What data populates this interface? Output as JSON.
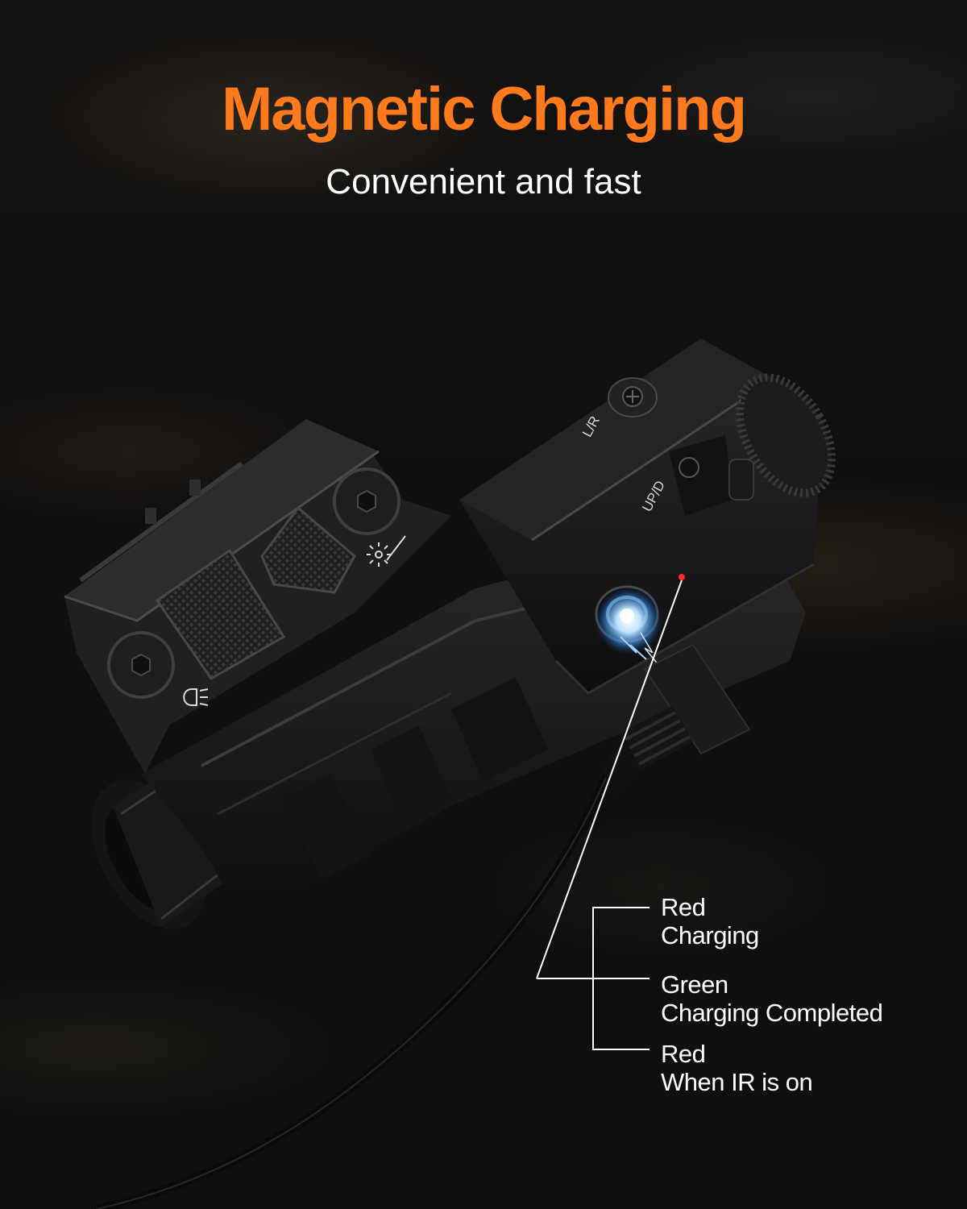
{
  "colors": {
    "title": "#ff7a1c",
    "subtitle": "#ffffff",
    "body": "#1b1b1c",
    "annotation_line": "#ffffff"
  },
  "header": {
    "title": "Magnetic Charging",
    "subtitle": "Convenient and fast"
  },
  "device": {
    "markings": {
      "windage": "L/R",
      "elevation": "UP/D"
    },
    "icons": [
      "laser-icon",
      "flashlight-icon"
    ]
  },
  "indicator": {
    "states": [
      {
        "color": "Red",
        "status": "Charging"
      },
      {
        "color": "Green",
        "status": "Charging Completed"
      },
      {
        "color": "Red",
        "status": "When IR is on"
      }
    ]
  }
}
